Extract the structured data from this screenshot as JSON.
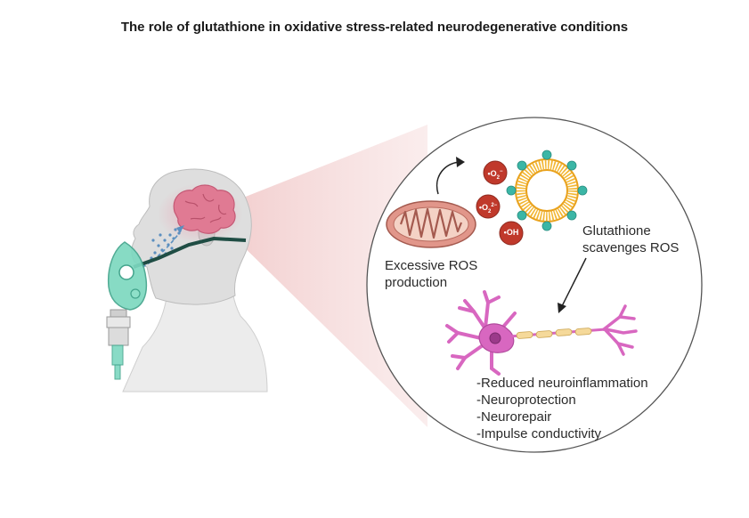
{
  "title": "The role of glutathione in oxidative stress-related neurodegenerative conditions",
  "labels": {
    "ros_production": [
      "Excessive ROS",
      "production"
    ],
    "glutathione": [
      "Glutathione",
      "scavenges ROS"
    ]
  },
  "ros_species": [
    {
      "prefix": "•",
      "base": "O",
      "sub": "2",
      "sup": "−"
    },
    {
      "prefix": "•",
      "base": "O",
      "sub": "2",
      "sup": "2−"
    },
    {
      "prefix": "•",
      "base": "OH",
      "sub": "",
      "sup": ""
    }
  ],
  "benefits": [
    "-Reduced neuroinflammation",
    "-Neuroprotection",
    "-Neurorepair",
    "-Impulse conductivity"
  ],
  "icons": [
    "head-with-oxygen-mask-icon",
    "brain-icon",
    "mitochondrion-icon",
    "liposome-icon",
    "neuron-icon",
    "curved-arrow-icon",
    "arrow-icon"
  ],
  "colors": {
    "ros_red": "#c0392b",
    "lipid_yellow": "#f3b733",
    "teal": "#3bb6a6",
    "neuron_pink": "#d867c0",
    "myelin": "#f5d99a",
    "brain_pink": "#e07a93",
    "mask_green": "#7dd8c0",
    "mito_outer": "#d9897c"
  }
}
